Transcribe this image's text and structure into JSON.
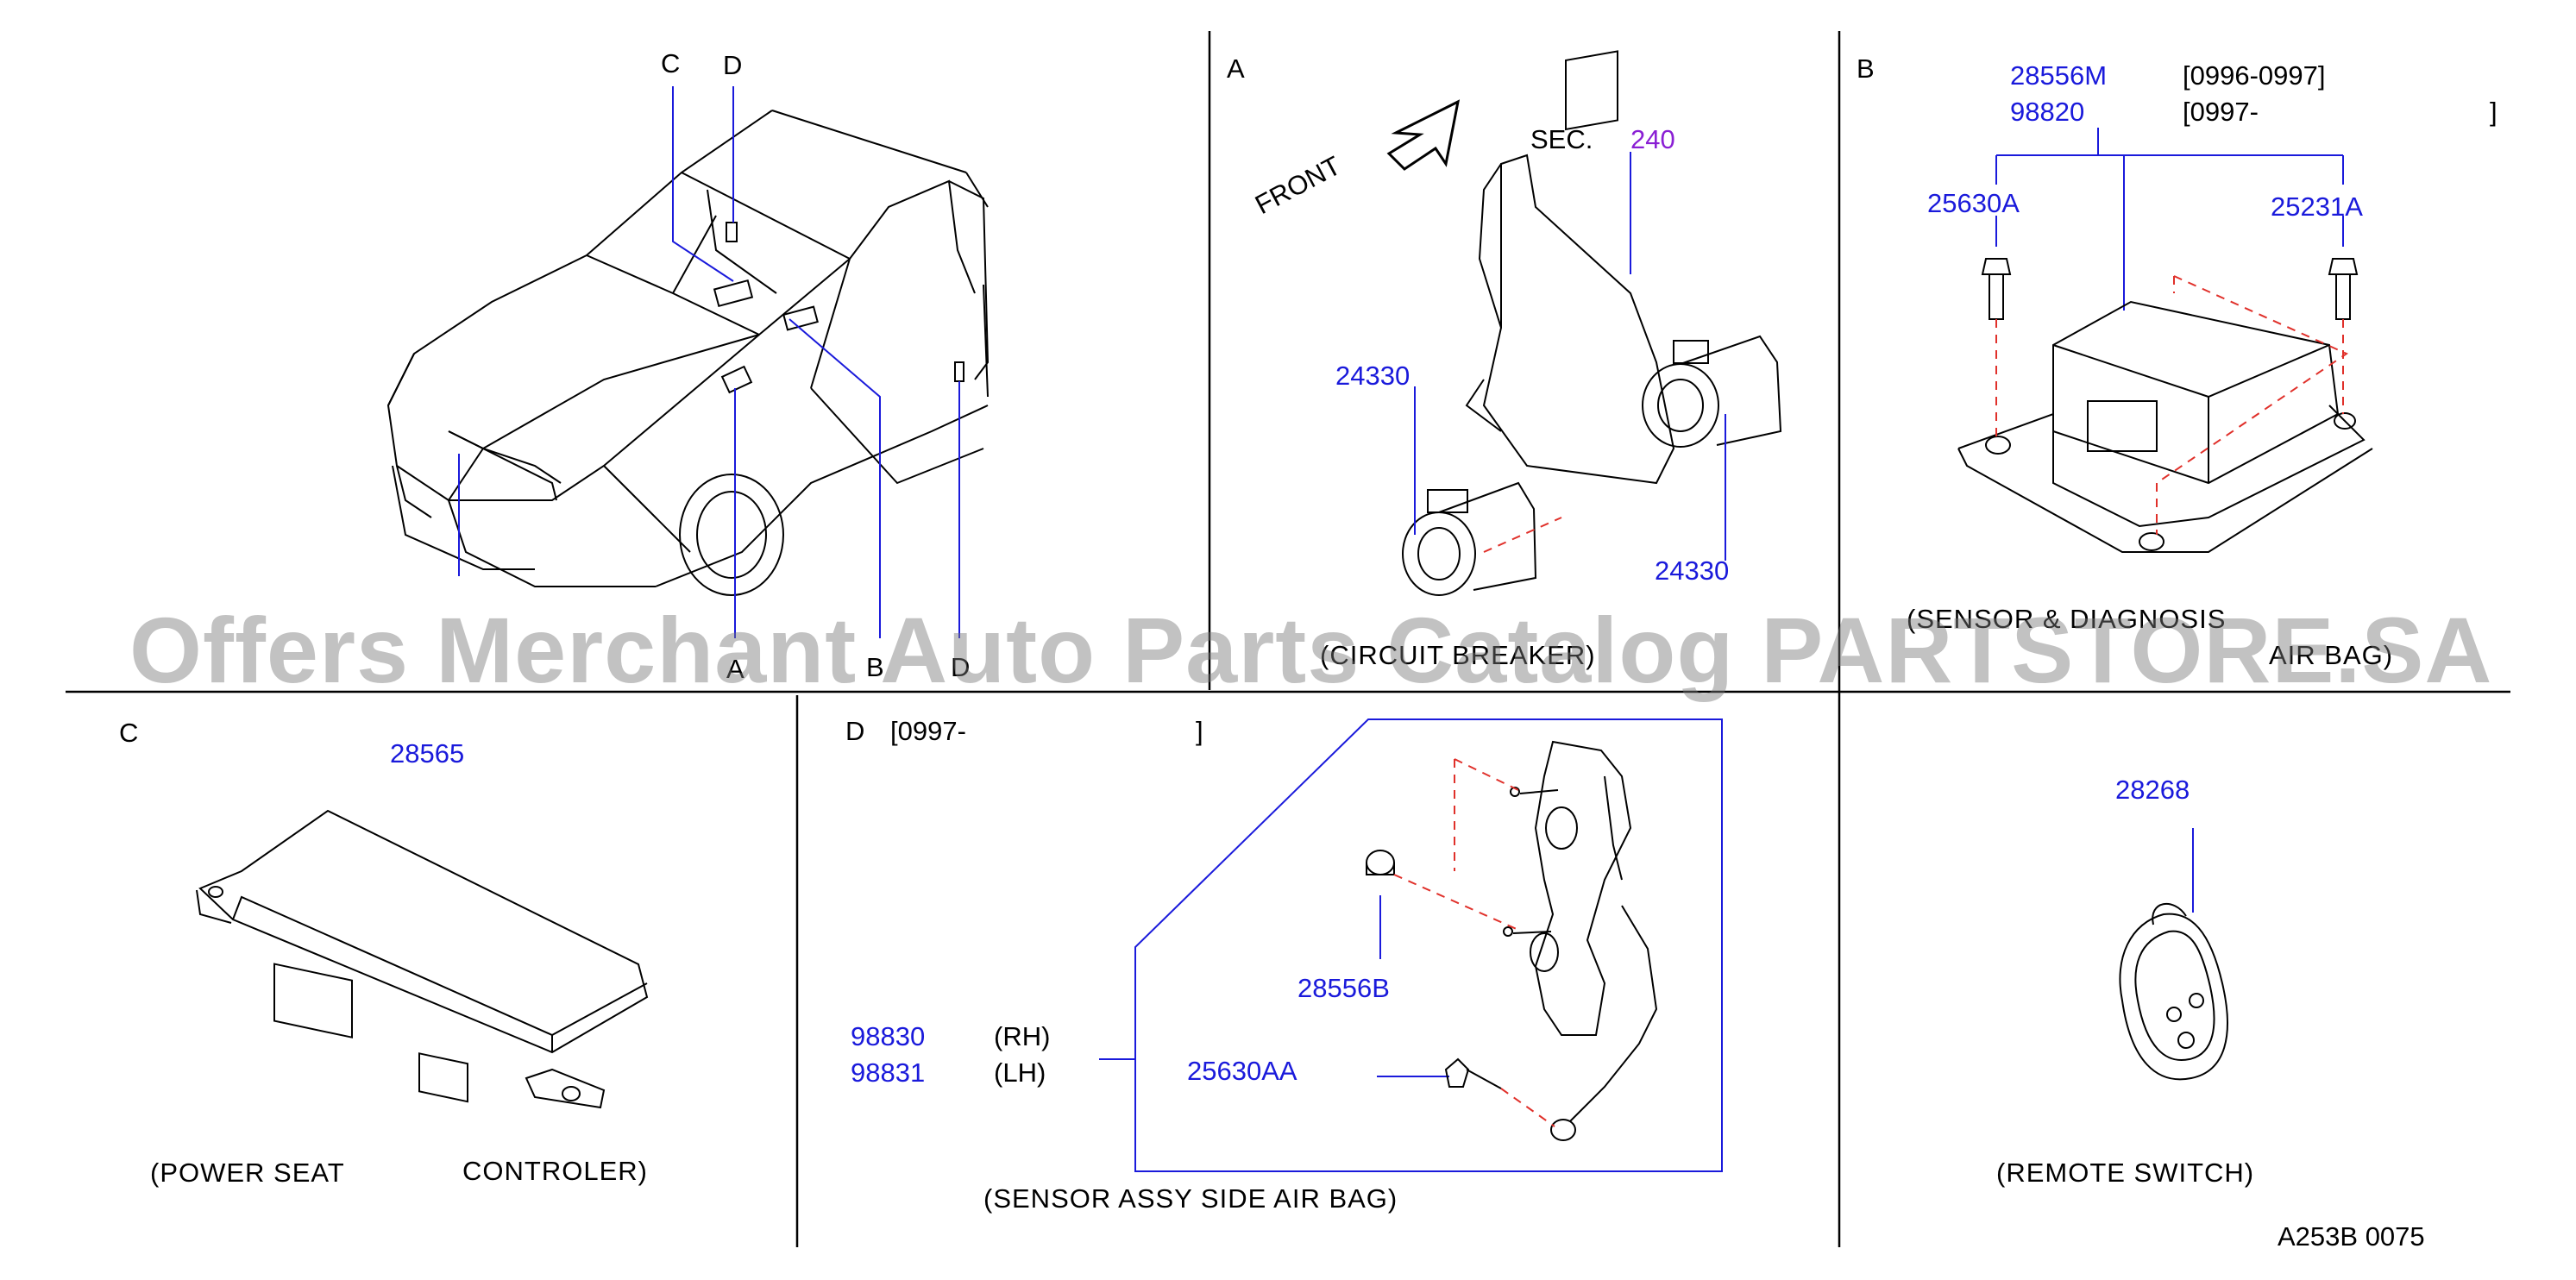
{
  "panel_letters": {
    "A": "A",
    "B": "B",
    "C": "C",
    "D": "D"
  },
  "callouts": {
    "car_C": "C",
    "car_D": "D",
    "car_A": "A",
    "car_B": "B",
    "car_D2": "D"
  },
  "panel_a": {
    "front_label": "FRONT",
    "sec_prefix": "SEC.",
    "sec_number": "240",
    "part_left": "24330",
    "part_right": "24330",
    "caption": "(CIRCUIT BREAKER)"
  },
  "panel_b": {
    "part_top_1": "28556M",
    "range_1": "[0996-0997]",
    "part_top_2": "98820",
    "range_2": "[0997-",
    "range_2_close": "]",
    "part_left_bolt": "25630A",
    "part_right_bolt": "25231A",
    "caption_line1": "(SENSOR & DIAGNOSIS",
    "caption_line2": "AIR BAG)"
  },
  "panel_c": {
    "part": "28565",
    "caption_1": "(POWER SEAT",
    "caption_2": "CONTROLER)"
  },
  "panel_d": {
    "range_open": "[0997-",
    "range_close": "]",
    "part_nut": "28556B",
    "part_rh": "98830",
    "side_rh": "(RH)",
    "part_lh": "98831",
    "side_lh": "(LH)",
    "part_bolt": "25630AA",
    "caption": "(SENSOR ASSY SIDE AIR BAG)"
  },
  "panel_remote": {
    "part": "28268",
    "caption": "(REMOTE SWITCH)"
  },
  "diagram_code": "A253B 0075",
  "watermark": "Offers Merchant Auto Parts Catalog PARTSTORE.SA",
  "colors": {
    "part_number": "#1a1adb",
    "sec_number": "#8a1fd4",
    "leader": "#1a1adb",
    "dashed": "#e0302a",
    "line": "#000000"
  }
}
